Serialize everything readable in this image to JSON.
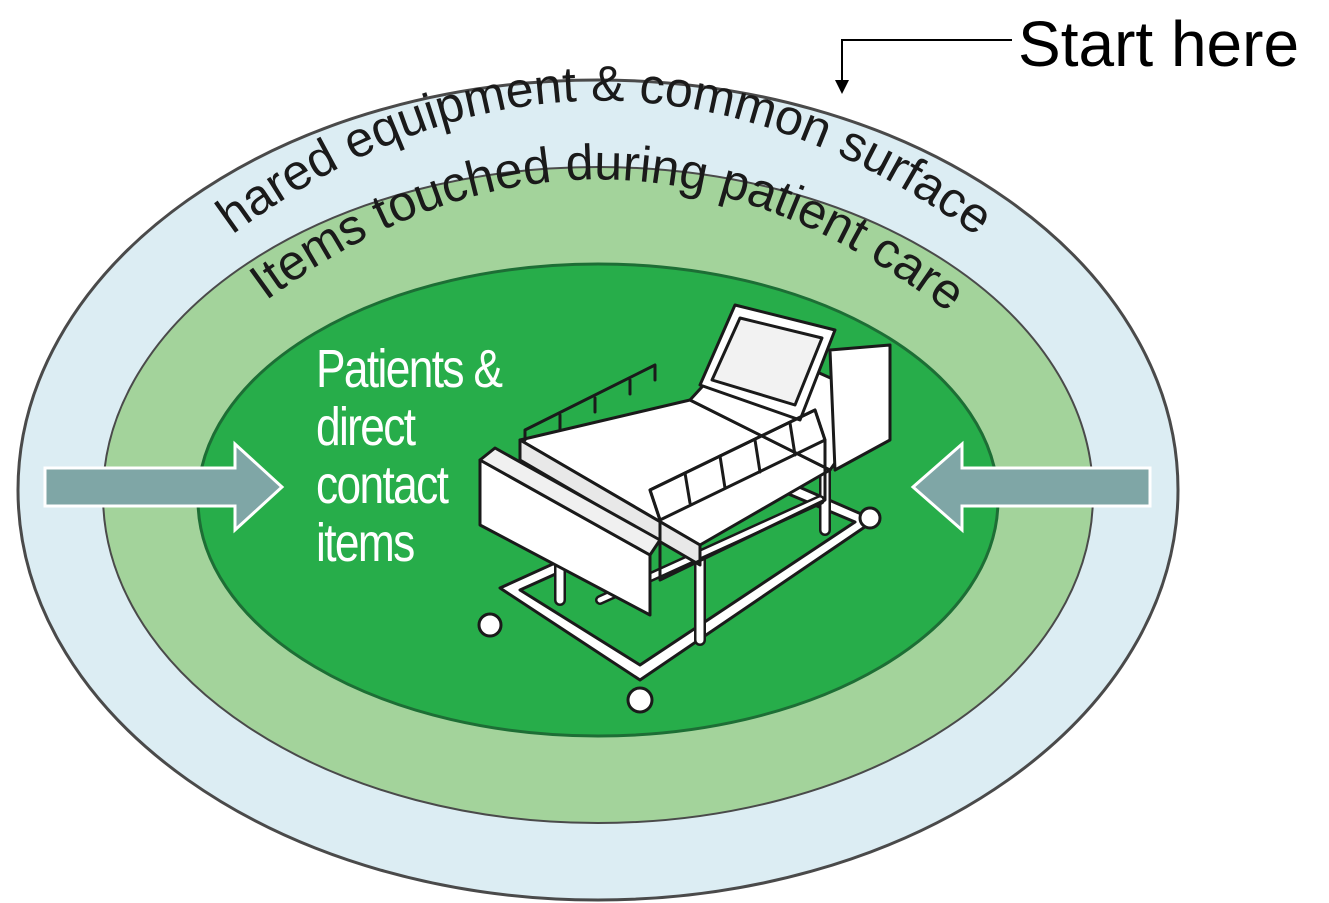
{
  "start_label": "Start here",
  "rings": {
    "outer": {
      "label": "Shared equipment & common surfaces",
      "color": "#dcedf3"
    },
    "middle": {
      "label": "Items touched during patient care",
      "color": "#a3d39b"
    },
    "inner": {
      "lines": [
        "Patients &",
        "direct",
        "contact",
        "items"
      ],
      "color": "#27ad4a"
    }
  },
  "arrow_color": "#7fa6a6",
  "outline_color": "#4a4a4a",
  "icons": {
    "bed": "hospital-bed-icon",
    "left_arrow": "arrow-right-icon",
    "right_arrow": "arrow-left-icon",
    "pointer": "pointer-arrow-icon"
  }
}
